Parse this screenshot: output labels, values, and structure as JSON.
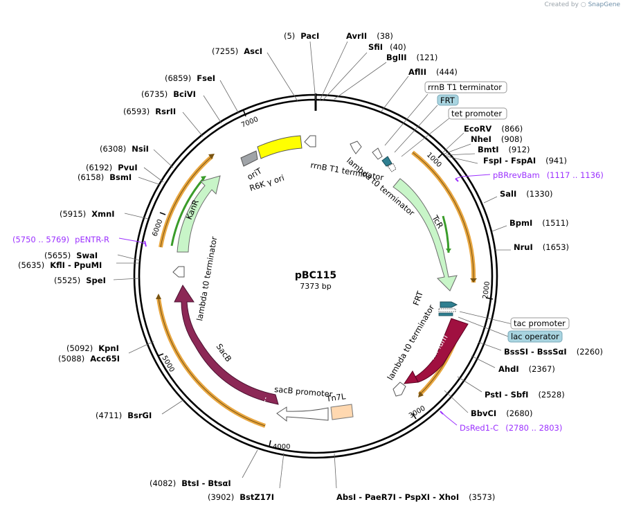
{
  "credit": {
    "prefix": "Created by",
    "brand": "SnapGene"
  },
  "plasmid": {
    "name": "pBC115",
    "size_label": "7373 bp"
  },
  "colors": {
    "yellow": "#ffff00",
    "grey": "#a0a4a8",
    "green": "#c8f5c8",
    "darkgreen": "#3a9c2a",
    "orange": "#e8a640",
    "maroon": "#8c2856",
    "crimson": "#a01040",
    "peach": "#ffd8b0",
    "teal": "#2f7f90",
    "lightblue": "#a8d4e0",
    "primer": "#9b30ff"
  },
  "ticks": [
    "1000",
    "2000",
    "3000",
    "4000",
    "5000",
    "6000",
    "7000"
  ],
  "sites": [
    {
      "left": "(5)",
      "right": "PacI"
    },
    {
      "left": "AvrII",
      "right": "(38)"
    },
    {
      "left": "SfiI",
      "right": "(40)"
    },
    {
      "left": "BglII",
      "right": "(121)"
    },
    {
      "left": "AflII",
      "right": "(444)"
    },
    {
      "left": "EcoRV",
      "right": "(866)"
    },
    {
      "left": "NheI",
      "right": "(908)"
    },
    {
      "left": "BmtI",
      "right": "(912)"
    },
    {
      "left": "FspI  -  FspAI",
      "right": "(941)"
    },
    {
      "left": "SalI",
      "right": "(1330)"
    },
    {
      "left": "BpmI",
      "right": "(1511)"
    },
    {
      "left": "NruI",
      "right": "(1653)"
    },
    {
      "left": "BssSI  -  BssSαI",
      "right": "(2260)"
    },
    {
      "left": "AhdI",
      "right": "(2367)"
    },
    {
      "left": "PstI  -  SbfI",
      "right": "(2528)"
    },
    {
      "left": "BbvCI",
      "right": "(2680)"
    },
    {
      "left": "AbsI  -  PaeR7I  -  PspXI  -  XhoI",
      "right": "(3573)"
    },
    {
      "left": "(3902)",
      "right": "BstZ17I"
    },
    {
      "left": "(4082)",
      "right": "BtsI  -  BtsαI"
    },
    {
      "left": "(4711)",
      "right": "BsrGI"
    },
    {
      "left": "(5088)",
      "right": "Acc65I"
    },
    {
      "left": "(5092)",
      "right": "KpnI"
    },
    {
      "left": "(5525)",
      "right": "SpeI"
    },
    {
      "left": "(5635)",
      "right": "KflI  -  PpuMI"
    },
    {
      "left": "(5655)",
      "right": "SwaI"
    },
    {
      "left": "(5915)",
      "right": "XmnI"
    },
    {
      "left": "(6158)",
      "right": "BsmI"
    },
    {
      "left": "(6192)",
      "right": "PvuI"
    },
    {
      "left": "(6308)",
      "right": "NsiI"
    },
    {
      "left": "(6593)",
      "right": "RsrII"
    },
    {
      "left": "(6735)",
      "right": "BciVI"
    },
    {
      "left": "(6859)",
      "right": "FseI"
    },
    {
      "left": "(7255)",
      "right": "AscI"
    }
  ],
  "boxed_features": [
    {
      "label": "rrnB T1 terminator",
      "style": "plain"
    },
    {
      "label": "FRT",
      "style": "blue"
    },
    {
      "label": "tet promoter",
      "style": "plain"
    },
    {
      "label": "tac promoter",
      "style": "plain"
    },
    {
      "label": "lac operator",
      "style": "blue"
    }
  ],
  "primers": [
    {
      "name": "pBRrevBam",
      "range": "(1117 .. 1136)"
    },
    {
      "name": "DsRed1-C",
      "range": "(2780 .. 2803)"
    },
    {
      "name": "pENTR-R",
      "range": "(5750 .. 5769)"
    }
  ],
  "features": {
    "oriT": "oriT",
    "r6k": "R6K γ ori",
    "rrnb_inner": "rrnB T1 terminator",
    "lambda_top": "lambda t0 terminator",
    "tcr": "TcR",
    "frt_inner": "FRT",
    "lambda_right": "lambda t0 terminator",
    "mplum": "mPlum",
    "tn7l": "Tn7L",
    "sacb_promoter": "sacB promoter",
    "sacb": "SacB",
    "lambda_left": "lambda t0 terminator",
    "kanr": "KanR"
  }
}
